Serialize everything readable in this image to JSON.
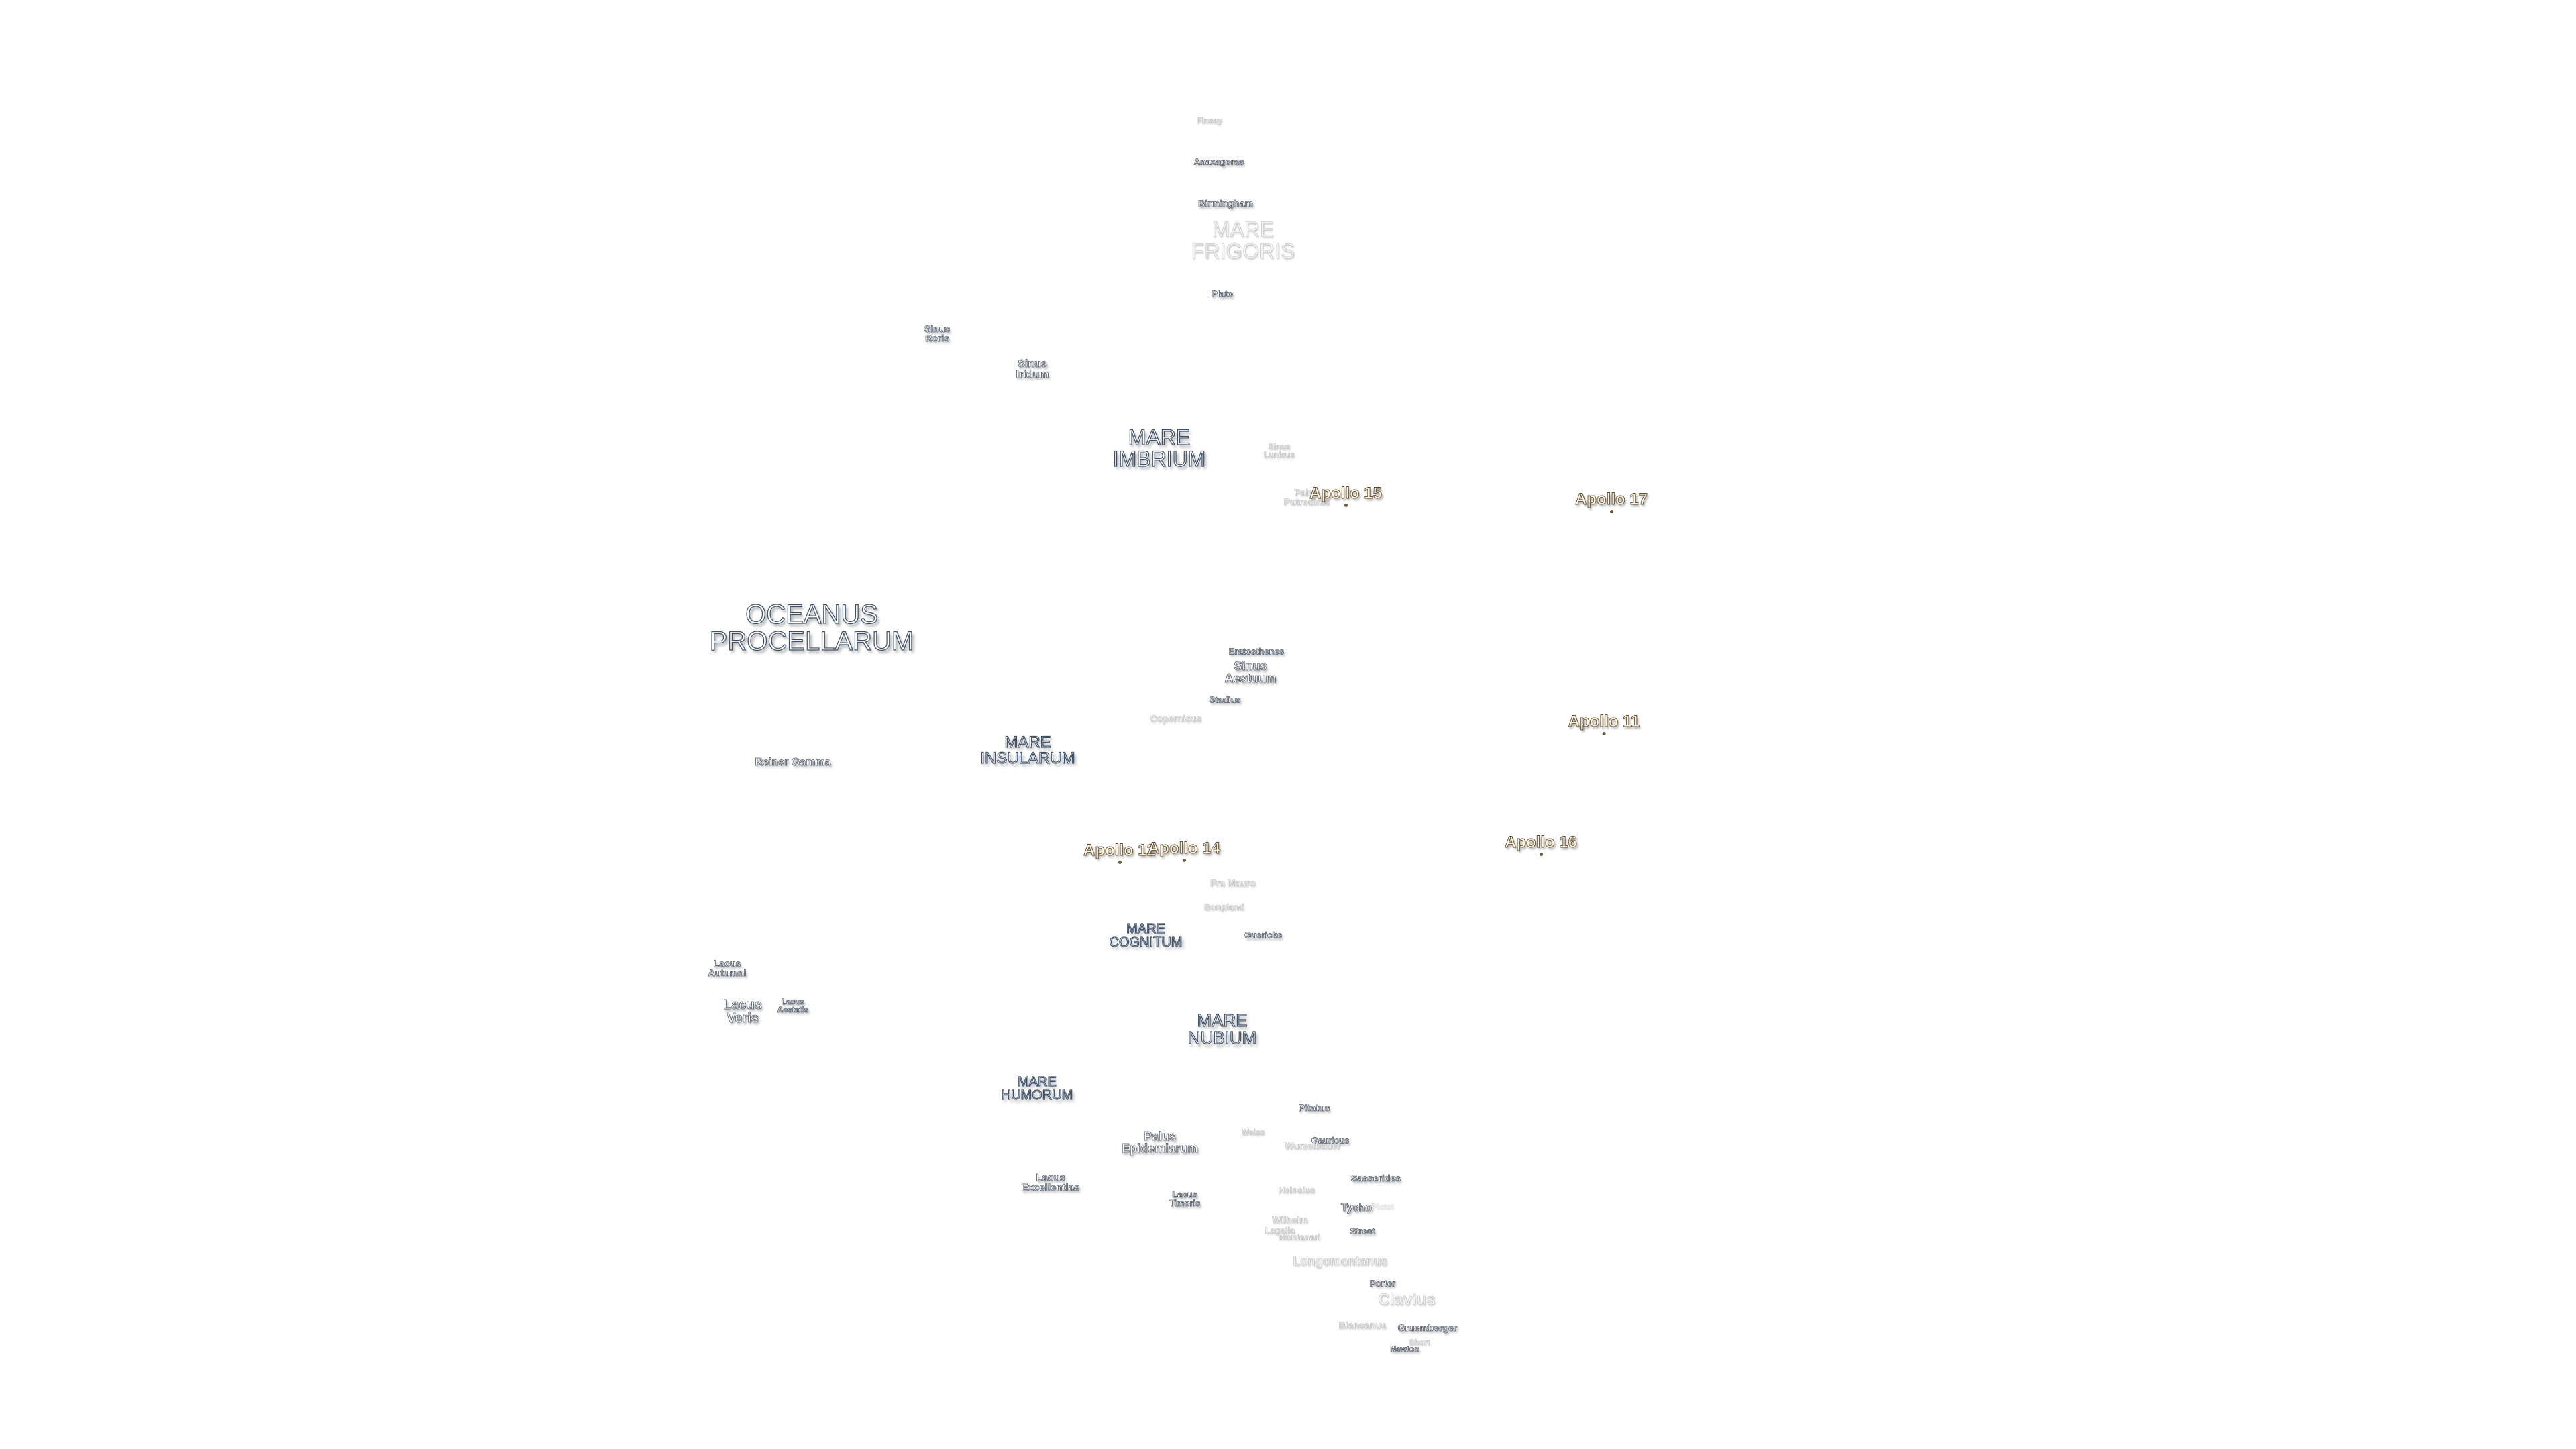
{
  "labels": {
    "mare_frigoris": [
      "MARE",
      "FRIGORIS"
    ],
    "mare_imbrium": [
      "MARE",
      "IMBRIUM"
    ],
    "oceanus_procellarum": [
      "OCEANUS",
      "PROCELLARUM"
    ],
    "mare_insularum": [
      "MARE",
      "INSULARUM"
    ],
    "mare_cognitum": [
      "MARE",
      "COGNITUM"
    ],
    "mare_nubium": [
      "MARE",
      "NUBIUM"
    ],
    "mare_humorum": [
      "MARE",
      "HUMORUM"
    ],
    "sinus_roris": [
      "Sinus",
      "Roris"
    ],
    "sinus_iridum": [
      "Sinus",
      "Iridum"
    ],
    "sinus_lunicus": [
      "Sinus",
      "Lunicus"
    ],
    "sinus_aestuum": [
      "Sinus",
      "Aestuum"
    ],
    "palus_epidemiarum": [
      "Palus",
      "Epidemiarum"
    ],
    "palus_putredinis": [
      "Palus",
      "Putredinis"
    ],
    "lacus_autumni": [
      "Lacus",
      "Autumni"
    ],
    "lacus_veris": [
      "Lacus",
      "Veris"
    ],
    "lacus_aestatis": [
      "Lacus",
      "Aestatis"
    ],
    "lacus_excellentiae": [
      "Lacus",
      "Excellentiae"
    ],
    "lacus_timoris": [
      "Lacus",
      "Timoris"
    ]
  },
  "craters": {
    "finsen": "Finsay",
    "anaxagoras": "Anaxagoras",
    "birmingham": "Birmingham",
    "plato": "Plato",
    "eratosthenes": "Eratosthenes",
    "stadius": "Stadius",
    "copernicus": "Copernicus",
    "reiner_gamma": "Reiner Gamma",
    "fra_mauro": "Fra Mauro",
    "bonpland": "Bonpland",
    "guericke": "Guericke",
    "pitatus": "Pitatus",
    "weiss": "Weiss",
    "gauricus": "Gauricus",
    "wurzelbauer": "Wurzelbauer",
    "heinsius": "Heinsius",
    "sasserides": "Sasserides",
    "tycho": "Tycho",
    "pictet": "Pictet",
    "wilhelm": "Wilhelm",
    "lagalla": "Lagalla",
    "montanari": "Montanari",
    "street": "Street",
    "longomontanus": "Longomontanus",
    "porter": "Porter",
    "clavius": "Clavius",
    "blancanus": "Blancanus",
    "gruemberger": "Gruemberger",
    "moretus": "Short",
    "newton": "Newton"
  },
  "apollo": {
    "a11": "Apollo 11",
    "a12": "Apollo 12",
    "a14": "Apollo 14",
    "a15": "Apollo 15",
    "a16": "Apollo 16",
    "a17": "Apollo 17"
  },
  "colors": {
    "background": "#ffffff",
    "label_outline": "#4a5563",
    "mare_outline": "#3c4f66",
    "apollo_fill": "#fff3dc"
  }
}
